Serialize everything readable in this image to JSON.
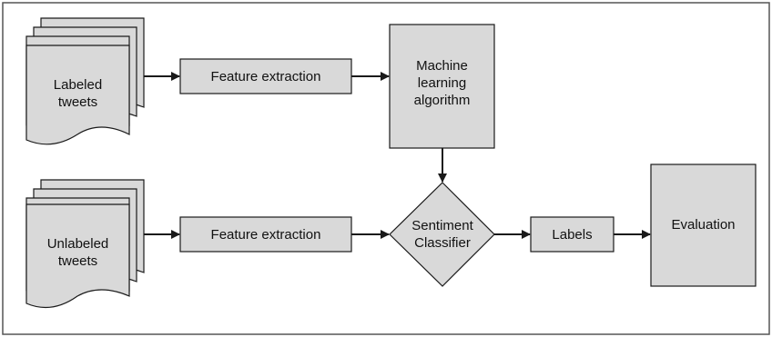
{
  "nodes": {
    "labeled_tweets": "Labeled\ntweets",
    "unlabeled_tweets": "Unlabeled\ntweets",
    "feature_extraction_top": "Feature extraction",
    "feature_extraction_bottom": "Feature extraction",
    "ml_algorithm": "Machine\nlearning\nalgorithm",
    "sentiment_classifier": "Sentiment\nClassifier",
    "labels": "Labels",
    "evaluation": "Evaluation"
  },
  "colors": {
    "box_fill": "#d9d9d9",
    "stroke": "#1a1a1a",
    "frame": "#555555"
  }
}
